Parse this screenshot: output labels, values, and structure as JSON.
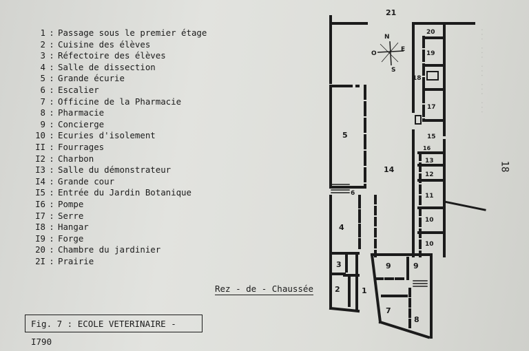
{
  "legend": [
    {
      "num": "1",
      "label": "Passage sous le premier étage"
    },
    {
      "num": "2",
      "label": "Cuisine des élèves"
    },
    {
      "num": "3",
      "label": "Réfectoire des élèves"
    },
    {
      "num": "4",
      "label": "Salle de dissection"
    },
    {
      "num": "5",
      "label": "Grande écurie"
    },
    {
      "num": "6",
      "label": "Escalier"
    },
    {
      "num": "7",
      "label": "Officine de la Pharmacie"
    },
    {
      "num": "8",
      "label": "Pharmacie"
    },
    {
      "num": "9",
      "label": "Concierge"
    },
    {
      "num": "10",
      "label": "Ecuries d'isolement"
    },
    {
      "num": "II",
      "label": "Fourrages"
    },
    {
      "num": "I2",
      "label": "Charbon"
    },
    {
      "num": "I3",
      "label": "Salle du démonstrateur"
    },
    {
      "num": "I4",
      "label": "Grande cour"
    },
    {
      "num": "I5",
      "label": "Entrée du Jardin Botanique"
    },
    {
      "num": "I6",
      "label": "Pompe"
    },
    {
      "num": "I7",
      "label": "Serre"
    },
    {
      "num": "I8",
      "label": "Hangar"
    },
    {
      "num": "I9",
      "label": "Forge"
    },
    {
      "num": "20",
      "label": "Chambre du jardinier"
    },
    {
      "num": "2I",
      "label": "Prairie"
    }
  ],
  "floor_label": "Rez - de - Chaussée",
  "caption": "Fig. 7 : ECOLE VETERINAIRE - I790",
  "page_number": "18",
  "compass": {
    "n": "N",
    "s": "S",
    "e": "E",
    "o": "O"
  },
  "plan_labels": {
    "r1": "1",
    "r2": "2",
    "r3": "3",
    "r4": "4",
    "r5": "5",
    "r6": "6",
    "r7": "7",
    "r8": "8",
    "r9a": "9",
    "r9b": "9",
    "r10a": "10",
    "r10b": "10",
    "r11": "11",
    "r12": "12",
    "r13": "13",
    "r14": "14",
    "r15": "15",
    "r16": "16",
    "r17": "17",
    "r18": "18",
    "r19": "19",
    "r20": "20",
    "r21": "21"
  }
}
